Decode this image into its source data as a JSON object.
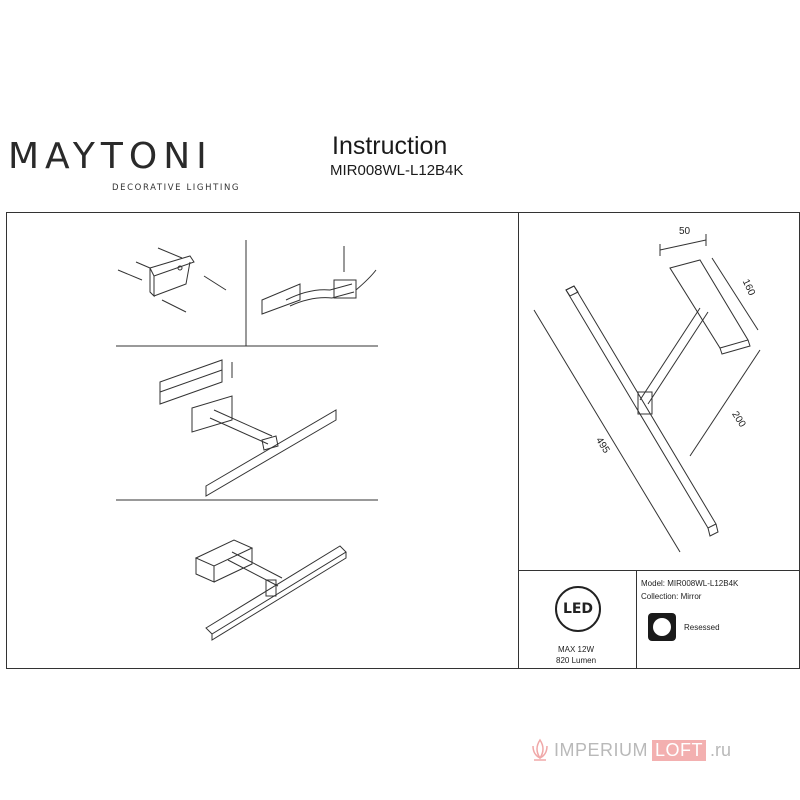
{
  "header": {
    "brand": "MAYTONI",
    "tagline": "DECORATIVE LIGHTING",
    "title": "Instruction",
    "model_code": "MIR008WL-L12B4K"
  },
  "dimensions": {
    "width": "50",
    "depth": "160",
    "length": "495",
    "arm": "200"
  },
  "specs": {
    "led_badge": "LED",
    "power": "MAX 12W",
    "lumen": "820 Lumen",
    "model_line": "Model: MIR008WL-L12B4K",
    "collection_line": "Collection: Mirror",
    "mount": "Resessed"
  },
  "watermark": {
    "part1": "IMPERIUM",
    "part2": "LOFT",
    "part3": ".ru"
  },
  "icons": {
    "brand_ornament": "lotus-icon",
    "mount_type": "recessed-icon"
  }
}
